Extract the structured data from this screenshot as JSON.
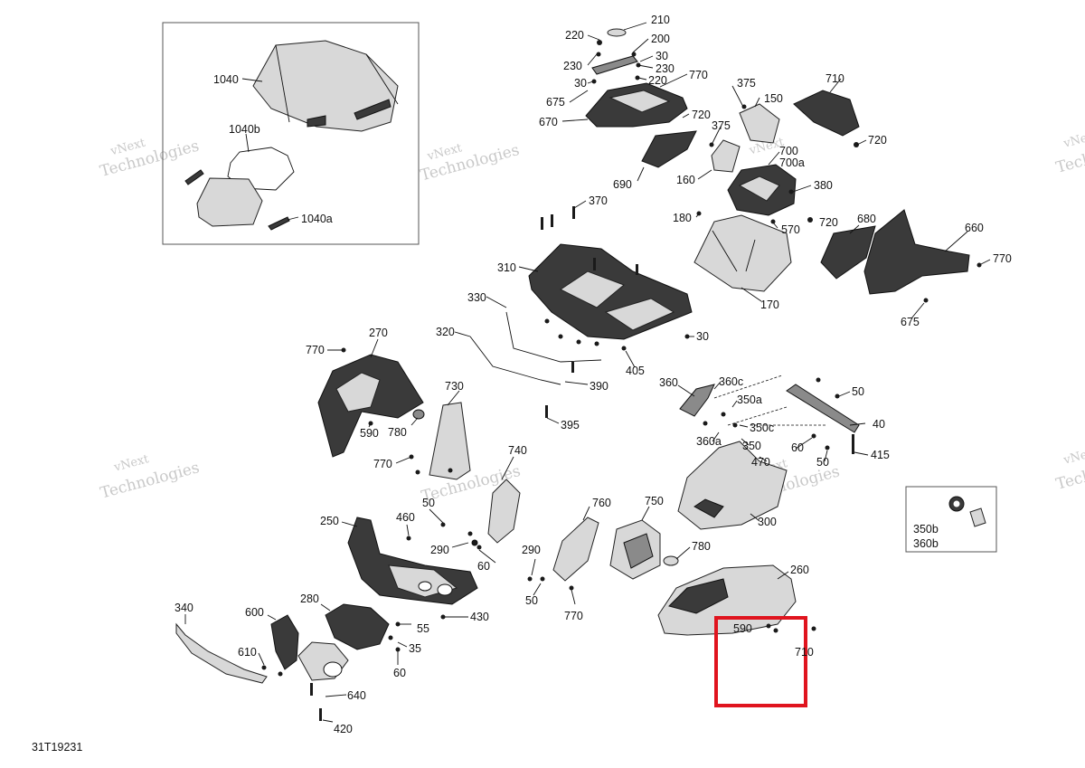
{
  "diagram_code": "31T19231",
  "watermark_text": [
    "vNext",
    "Technologies",
    "vNext Technologies"
  ],
  "highlight_color": "#e0141e",
  "inset_top_left": {
    "labels": [
      "1040",
      "1040b",
      "1040a"
    ]
  },
  "inset_right": {
    "labels": [
      "350b",
      "360b"
    ]
  },
  "callouts": {
    "c210": "210",
    "c220a": "220",
    "c200": "200",
    "c30a": "30",
    "c230a": "230",
    "c230b": "230",
    "c30b": "30",
    "c220b": "220",
    "c770a": "770",
    "c675a": "675",
    "c670": "670",
    "c720a": "720",
    "c690": "690",
    "c375a": "375",
    "c150": "150",
    "c375b": "375",
    "c710": "710",
    "c720b": "720",
    "c700": "700",
    "c700a": "700a",
    "c160": "160",
    "c380": "380",
    "c180": "180",
    "c570": "570",
    "c720c": "720",
    "c680": "680",
    "c660": "660",
    "c770b": "770",
    "c170": "170",
    "c675b": "675",
    "c370": "370",
    "c310": "310",
    "c330": "330",
    "c30c": "30",
    "c320": "320",
    "c405": "405",
    "c390": "390",
    "c395": "395",
    "c770c": "770",
    "c270": "270",
    "c730": "730",
    "c590a": "590",
    "c780a": "780",
    "c770d": "770",
    "c740": "740",
    "c360": "360",
    "c360c": "360c",
    "c350a": "350a",
    "c50a": "50",
    "c40": "40",
    "c350c": "350c",
    "c360a": "360a",
    "c350": "350",
    "c60a": "60",
    "c415": "415",
    "c470": "470",
    "c50b": "50",
    "c300": "300",
    "c250": "250",
    "c460": "460",
    "c50c": "50",
    "c290a": "290",
    "c60b": "60",
    "c290b": "290",
    "c50d": "50",
    "c760": "760",
    "c750": "750",
    "c780b": "780",
    "c770e": "770",
    "c260": "260",
    "c340": "340",
    "c600": "600",
    "c280": "280",
    "c55": "55",
    "c430": "430",
    "c35": "35",
    "c610": "610",
    "c60c": "60",
    "c640": "640",
    "c420": "420",
    "c590b": "590",
    "c710b": "710"
  }
}
